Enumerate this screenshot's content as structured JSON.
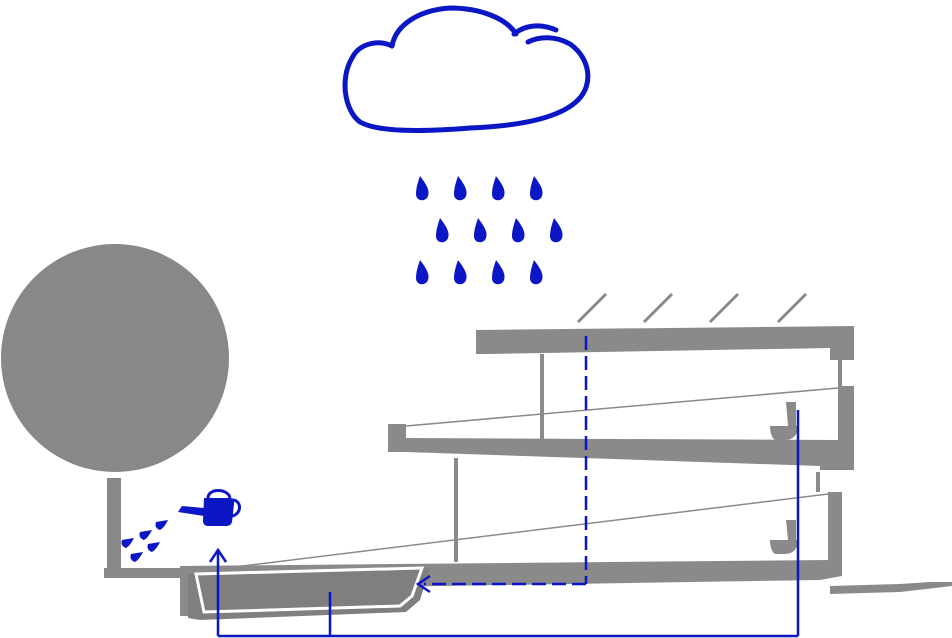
{
  "diagram": {
    "elements": [
      "cloud-icon",
      "raindrop-icon",
      "tree-icon",
      "watering-can-icon",
      "building-section",
      "solar-panel-icon",
      "rainwater-tank",
      "downpipe",
      "toilet-icon",
      "water-flow-arrow"
    ],
    "colors": {
      "water": "#0b16c4",
      "structure": "#8a8a8a",
      "tree": "#888888",
      "background": "#ffffff"
    },
    "rain": {
      "rows": 3,
      "drops_per_row": 4
    }
  }
}
